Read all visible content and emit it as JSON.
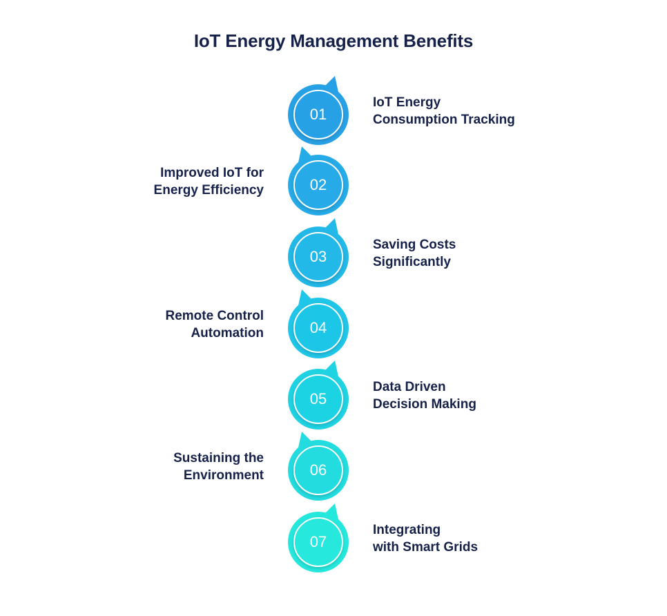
{
  "title": "IoT Energy Management Benefits",
  "steps": [
    {
      "number": "01",
      "line1": "IoT Energy",
      "line2": "Consumption Tracking",
      "side": "right",
      "color": "#27a1e6"
    },
    {
      "number": "02",
      "line1": "Improved IoT for",
      "line2": "Energy Efficiency",
      "side": "left",
      "color": "#25abe8"
    },
    {
      "number": "03",
      "line1": "Saving Costs",
      "line2": "Significantly",
      "side": "right",
      "color": "#22b8e7"
    },
    {
      "number": "04",
      "line1": "Remote Control",
      "line2": "Automation",
      "side": "left",
      "color": "#1fc6e7"
    },
    {
      "number": "05",
      "line1": "Data Driven",
      "line2": "Decision Making",
      "side": "right",
      "color": "#1fd3e3"
    },
    {
      "number": "06",
      "line1": "Sustaining the",
      "line2": "Environment",
      "side": "left",
      "color": "#22dcdf"
    },
    {
      "number": "07",
      "line1": "Integrating",
      "line2": "with Smart Grids",
      "side": "right",
      "color": "#25e8dd"
    }
  ]
}
